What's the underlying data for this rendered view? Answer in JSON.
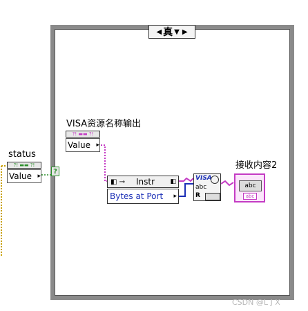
{
  "case_structure": {
    "selector_value": "真",
    "left_arrow": "◀",
    "dropdown_arrow": "▼",
    "right_arrow": "▶",
    "tunnel_tag": "?"
  },
  "status_node": {
    "label": "status",
    "field": "Value",
    "head_marks": "?! ▬▬ ?!"
  },
  "visa_node": {
    "label": "VISA资源名称输出",
    "field": "Value",
    "head_marks": "?! ▬▬ ?!"
  },
  "property_node": {
    "ref_label": "Instr",
    "property": "Bytes at Port"
  },
  "visa_read": {
    "title": "VISA",
    "type_text": "abc",
    "mode_text": "R"
  },
  "indicator": {
    "label": "接收内容2",
    "value_text": "abc",
    "type_tag": "abc"
  },
  "watermark": "CSDN @L J X",
  "colors": {
    "string_wire": "#c43bc4",
    "error_wire": "#c8a000",
    "int_wire": "#1b2fb6",
    "bool_wire": "#2a8f2a"
  }
}
